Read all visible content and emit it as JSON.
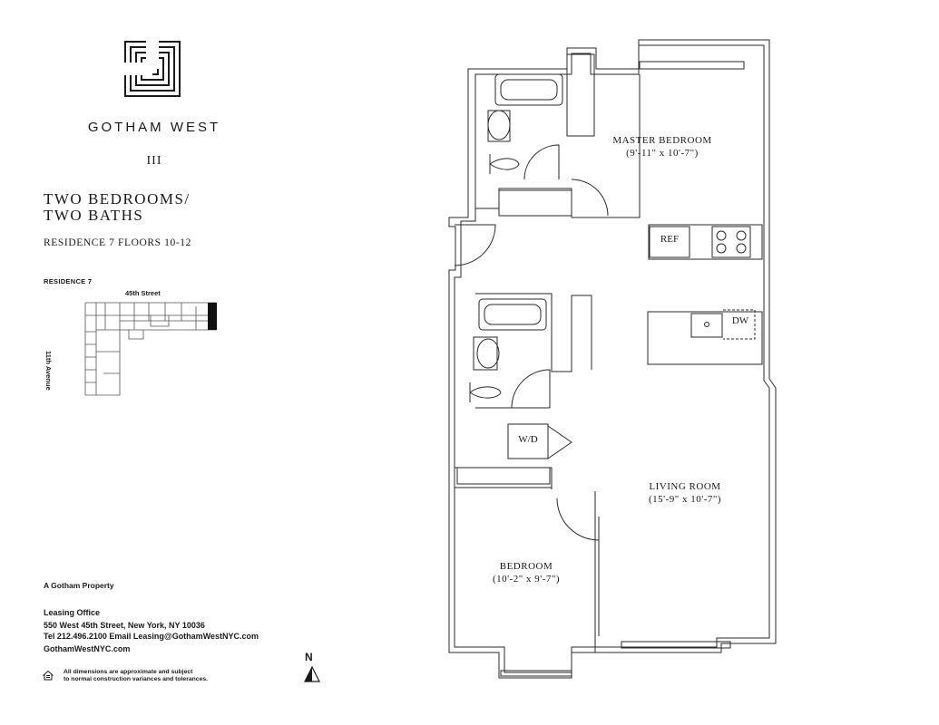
{
  "brand": {
    "name": "GOTHAM WEST",
    "numeral": "III"
  },
  "unit": {
    "title_line1": "TWO BEDROOMS/",
    "title_line2": "TWO BATHS",
    "subtitle": "RESIDENCE 7 FLOORS 10-12"
  },
  "keyplan": {
    "label": "RESIDENCE 7",
    "street": "45th Street",
    "avenue": "11th Avenue"
  },
  "rooms": {
    "master_bedroom": {
      "name": "MASTER BEDROOM",
      "dims": "(9'-11\" x 10'-7\")"
    },
    "living_room": {
      "name": "LIVING ROOM",
      "dims": "(15'-9\" x 10'-7\")"
    },
    "bedroom": {
      "name": "BEDROOM",
      "dims": "(10'-2\" x 9'-7\")"
    }
  },
  "fixtures": {
    "ref": "REF",
    "dw": "DW",
    "wd": "W/D"
  },
  "footer": {
    "property": "A Gotham Property",
    "leasing_title": "Leasing Office",
    "address": "550 West 45th Street, New York, NY 10036",
    "contact": "Tel 212.496.2100  Email Leasing@GothamWestNYC.com",
    "website": "GothamWestNYC.com",
    "disclaimer_line1": "All dimensions are approximate and subject",
    "disclaimer_line2": "to normal construction variances and tolerances."
  },
  "north": {
    "label": "N"
  }
}
